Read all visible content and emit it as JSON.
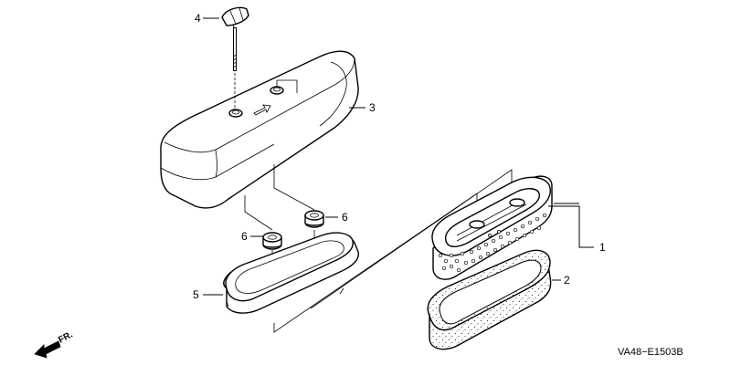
{
  "callouts": {
    "c1": "1",
    "c2": "2",
    "c3": "3",
    "c4": "4",
    "c5": "5",
    "c6a": "6",
    "c6b": "6"
  },
  "front_marker": {
    "label": "FR.",
    "icon": "arrow-front-icon"
  },
  "diagram_code": "VA48−E1503B"
}
